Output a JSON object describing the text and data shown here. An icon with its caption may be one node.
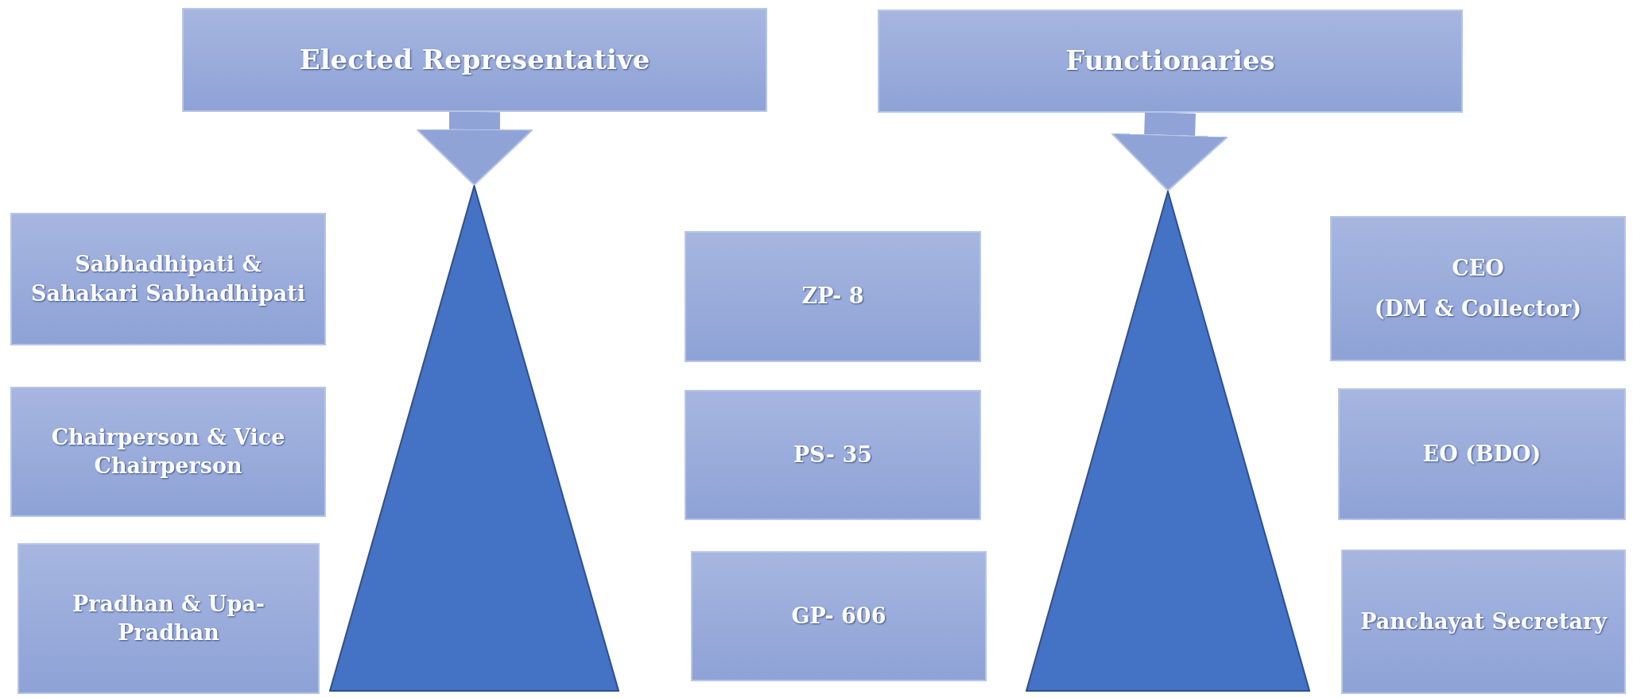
{
  "diagram": {
    "nodes": [
      {
        "text": [
          "Elected Representative"
        ]
      },
      {
        "text": [
          "Functionaries"
        ]
      },
      {
        "text": [
          "Sabhadhipati & Sahakari Sabhadhipati"
        ]
      },
      {
        "text": [
          "Chairperson & Vice Chairperson"
        ]
      },
      {
        "text": [
          "Pradhan & Upa-Pradhan"
        ]
      },
      {
        "text": [],
        "shape": "triangle"
      },
      {
        "text": [
          "ZP- 8"
        ]
      },
      {
        "text": [
          "PS- 35"
        ]
      },
      {
        "text": [
          "GP- 606"
        ]
      },
      {
        "text": [
          "CEO",
          "(DM & Collector)"
        ]
      },
      {
        "text": [
          "EO (BDO)"
        ]
      },
      {
        "text": [
          "Panchayat Secretary"
        ]
      },
      {
        "text": [],
        "shape": "triangle"
      }
    ],
    "edges": [
      {
        "from": 0,
        "to": 5,
        "arrow": "to"
      },
      {
        "from": 1,
        "to": 12,
        "arrow": "to"
      }
    ]
  }
}
